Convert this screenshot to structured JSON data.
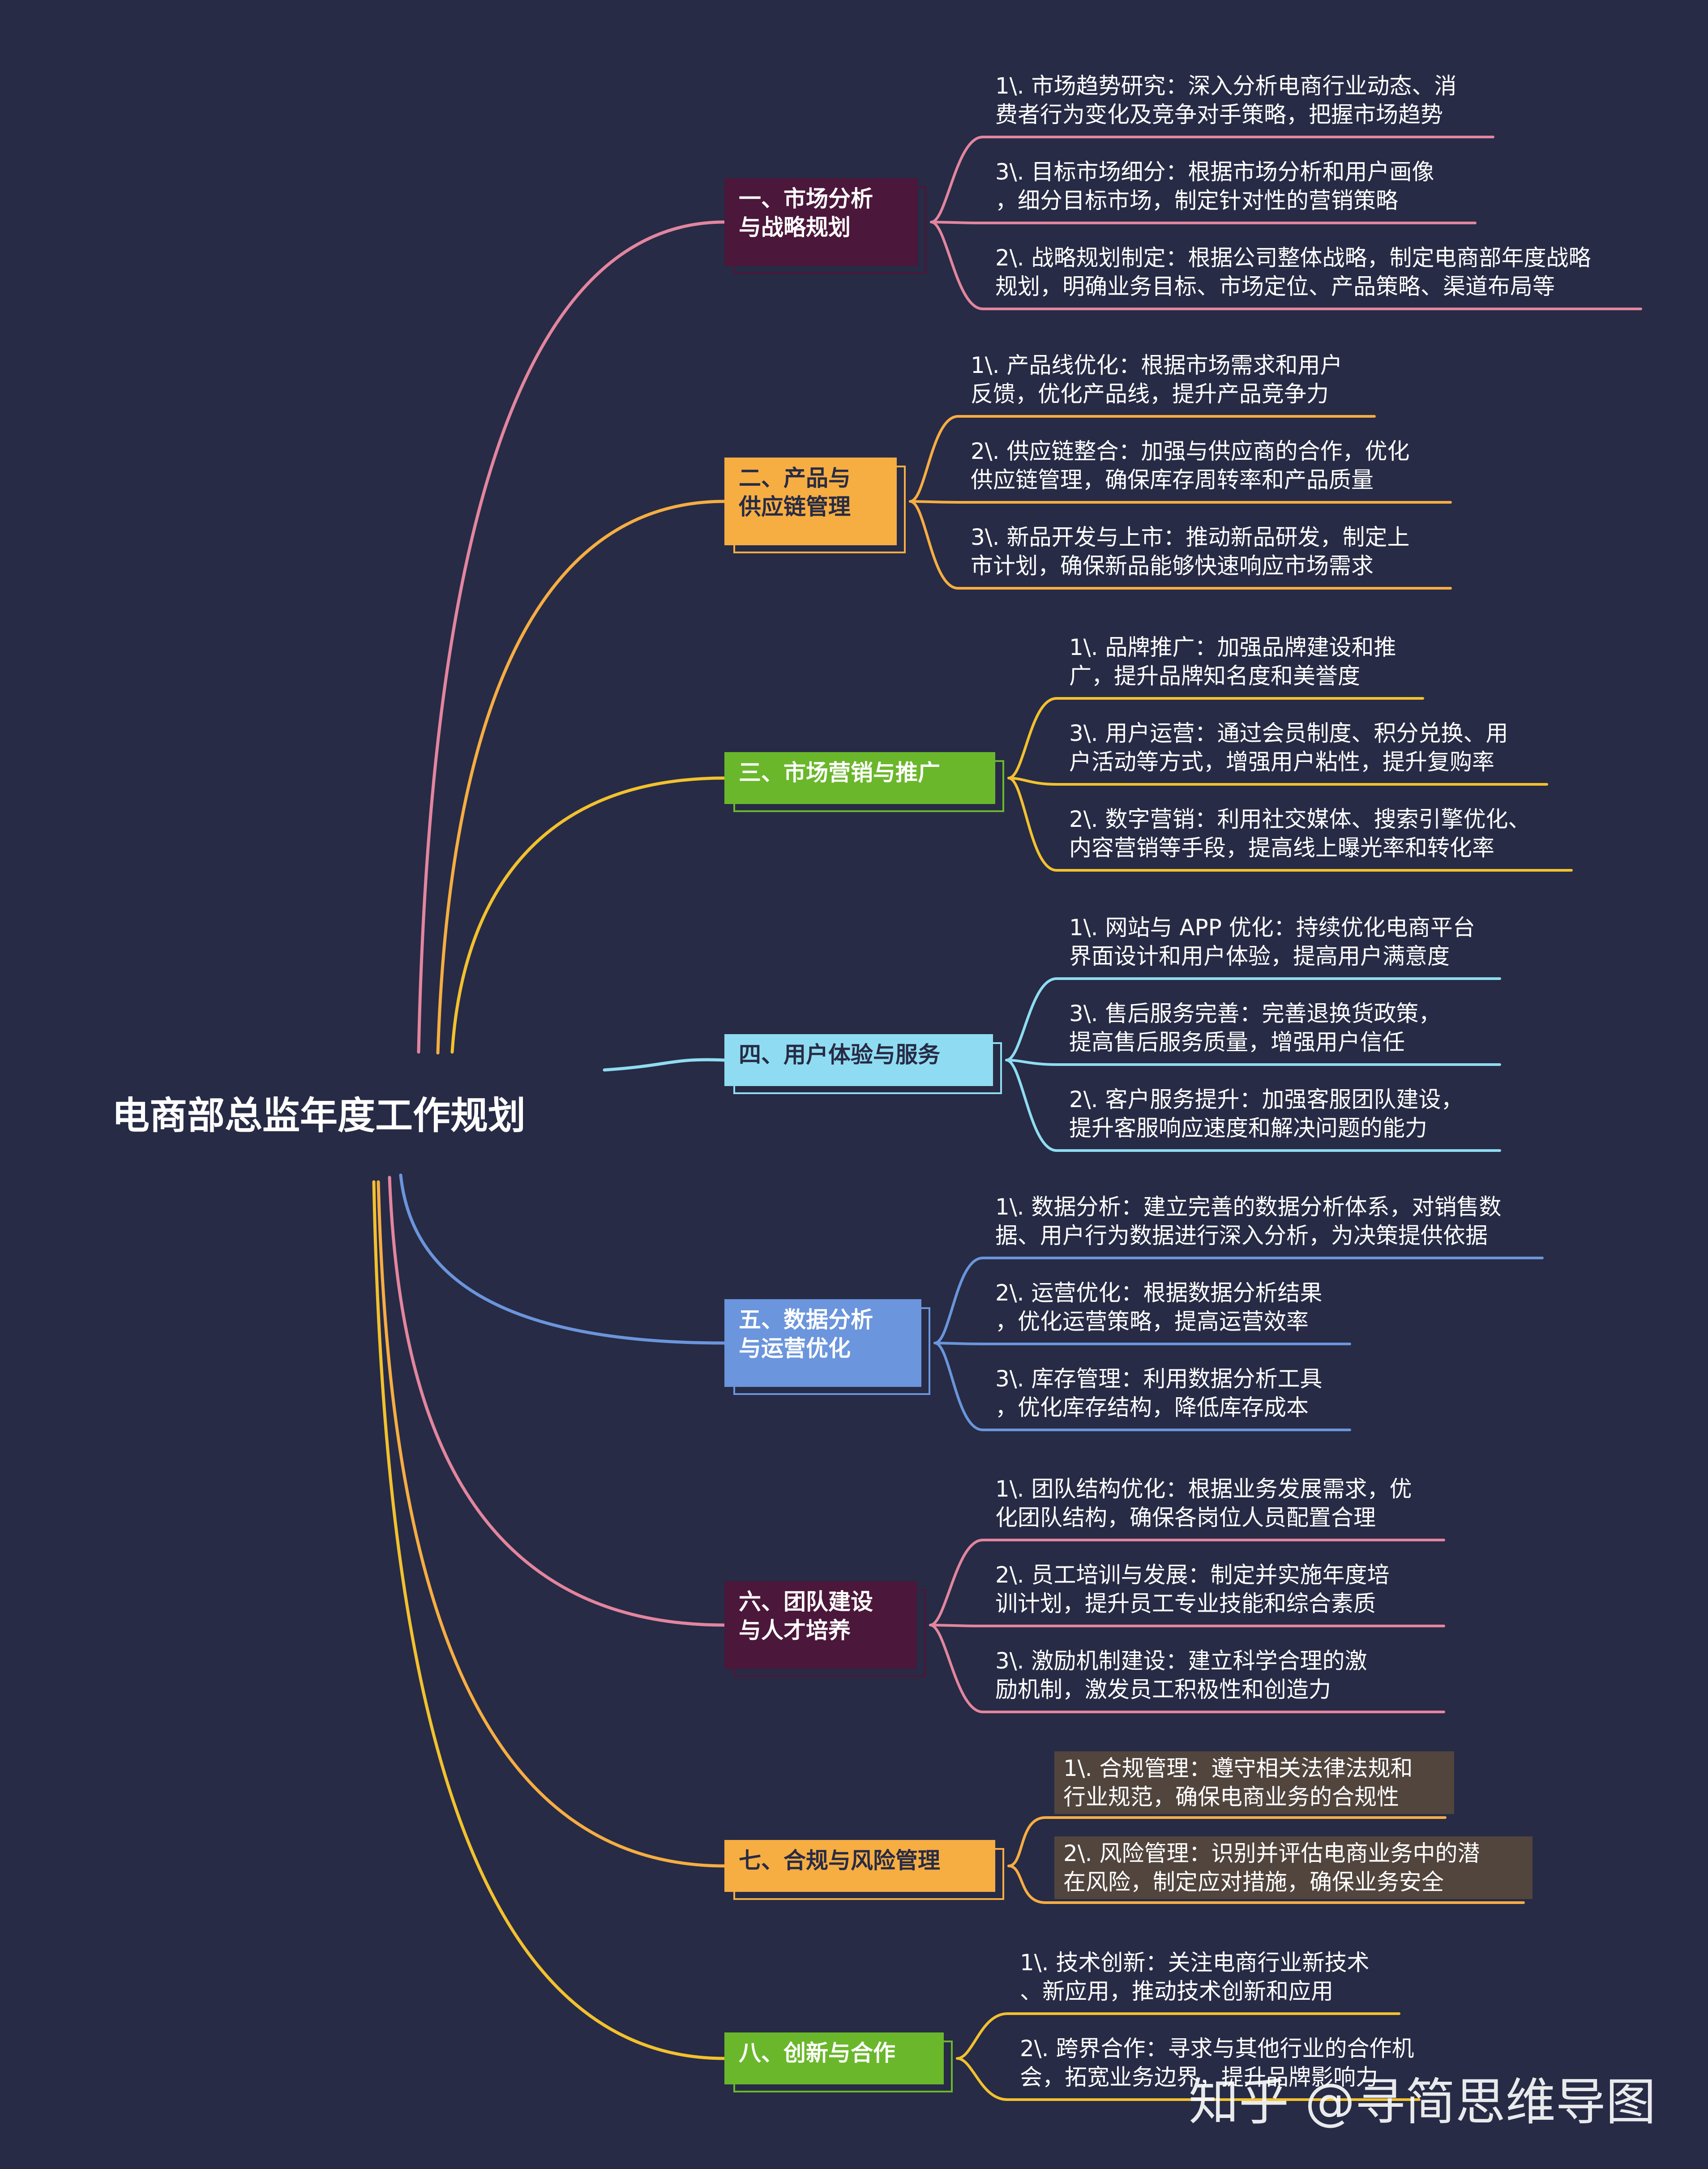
{
  "title": "电商部总监年度工作规划",
  "watermark": "知乎 @寻简思维导图",
  "colors": {
    "background": "#272b45",
    "pink": "#e3859f",
    "orange": "#f6ad42",
    "yellow": "#f2c12e",
    "cyan": "#8fdcf2",
    "blue": "#6b95dc",
    "maroon": "#4b173a",
    "green": "#6ab72b",
    "leaf_box": "#51453e"
  },
  "branches": [
    {
      "label": "一、市场分析\n与战略规划",
      "color": "#e3859f",
      "fill": "#4b173a",
      "text_color": "#ffffff",
      "items": [
        "1\\. 市场趋势研究：深入分析电商行业动态、消\n费者行为变化及竞争对手策略，把握市场趋势",
        "3\\. 目标市场细分：根据市场分析和用户画像\n，细分目标市场，制定针对性的营销策略",
        "2\\. 战略规划制定：根据公司整体战略，制定电商部年度战略\n规划，明确业务目标、市场定位、产品策略、渠道布局等"
      ]
    },
    {
      "label": "二、产品与\n供应链管理",
      "color": "#f6ad42",
      "fill": "#f6ad42",
      "text_color": "#272b45",
      "items": [
        "1\\. 产品线优化：根据市场需求和用户\n反馈，优化产品线，提升产品竞争力",
        "2\\. 供应链整合：加强与供应商的合作，优化\n供应链管理，确保库存周转率和产品质量",
        "3\\. 新品开发与上市：推动新品研发，制定上\n市计划，确保新品能够快速响应市场需求"
      ]
    },
    {
      "label": "三、市场营销与推广",
      "color": "#f2c12e",
      "fill": "#6ab72b",
      "text_color": "#ffffff",
      "items": [
        "1\\. 品牌推广：加强品牌建设和推\n广，提升品牌知名度和美誉度",
        "3\\. 用户运营：通过会员制度、积分兑换、用\n户活动等方式，增强用户粘性，提升复购率",
        "2\\. 数字营销：利用社交媒体、搜索引擎优化、\n内容营销等手段，提高线上曝光率和转化率"
      ]
    },
    {
      "label": "四、用户体验与服务",
      "color": "#8fdcf2",
      "fill": "#8fdcf2",
      "text_color": "#272b45",
      "items": [
        "1\\. 网站与 APP 优化：持续优化电商平台\n界面设计和用户体验，提高用户满意度",
        "3\\. 售后服务完善：完善退换货政策，\n提高售后服务质量，增强用户信任",
        "2\\. 客户服务提升：加强客服团队建设，\n提升客服响应速度和解决问题的能力"
      ]
    },
    {
      "label": "五、数据分析\n与运营优化",
      "color": "#6b95dc",
      "fill": "#6b95dc",
      "text_color": "#ffffff",
      "items": [
        "1\\. 数据分析：建立完善的数据分析体系，对销售数\n据、用户行为数据进行深入分析，为决策提供依据",
        "2\\. 运营优化：根据数据分析结果\n，优化运营策略，提高运营效率",
        "3\\. 库存管理：利用数据分析工具\n，优化库存结构，降低库存成本"
      ]
    },
    {
      "label": "六、团队建设\n与人才培养",
      "color": "#e3859f",
      "fill": "#4b173a",
      "text_color": "#ffffff",
      "items": [
        "1\\. 团队结构优化：根据业务发展需求，优\n化团队结构，确保各岗位人员配置合理",
        "2\\. 员工培训与发展：制定并实施年度培\n训计划，提升员工专业技能和综合素质",
        "3\\. 激励机制建设：建立科学合理的激\n励机制，激发员工积极性和创造力"
      ]
    },
    {
      "label": "七、合规与风险管理",
      "color": "#f6ad42",
      "fill": "#f6ad42",
      "text_color": "#272b45",
      "items": [
        "1\\. 合规管理：遵守相关法律法规和\n行业规范，确保电商业务的合规性",
        "2\\. 风险管理：识别并评估电商业务中的潜\n在风险，制定应对措施，确保业务安全"
      ]
    },
    {
      "label": "八、创新与合作",
      "color": "#f2c12e",
      "fill": "#6ab72b",
      "text_color": "#ffffff",
      "items": [
        "1\\. 技术创新：关注电商行业新技术\n、新应用，推动技术创新和应用",
        "2\\. 跨界合作：寻求与其他行业的合作机\n会，拓宽业务边界，提升品牌影响力"
      ]
    }
  ]
}
